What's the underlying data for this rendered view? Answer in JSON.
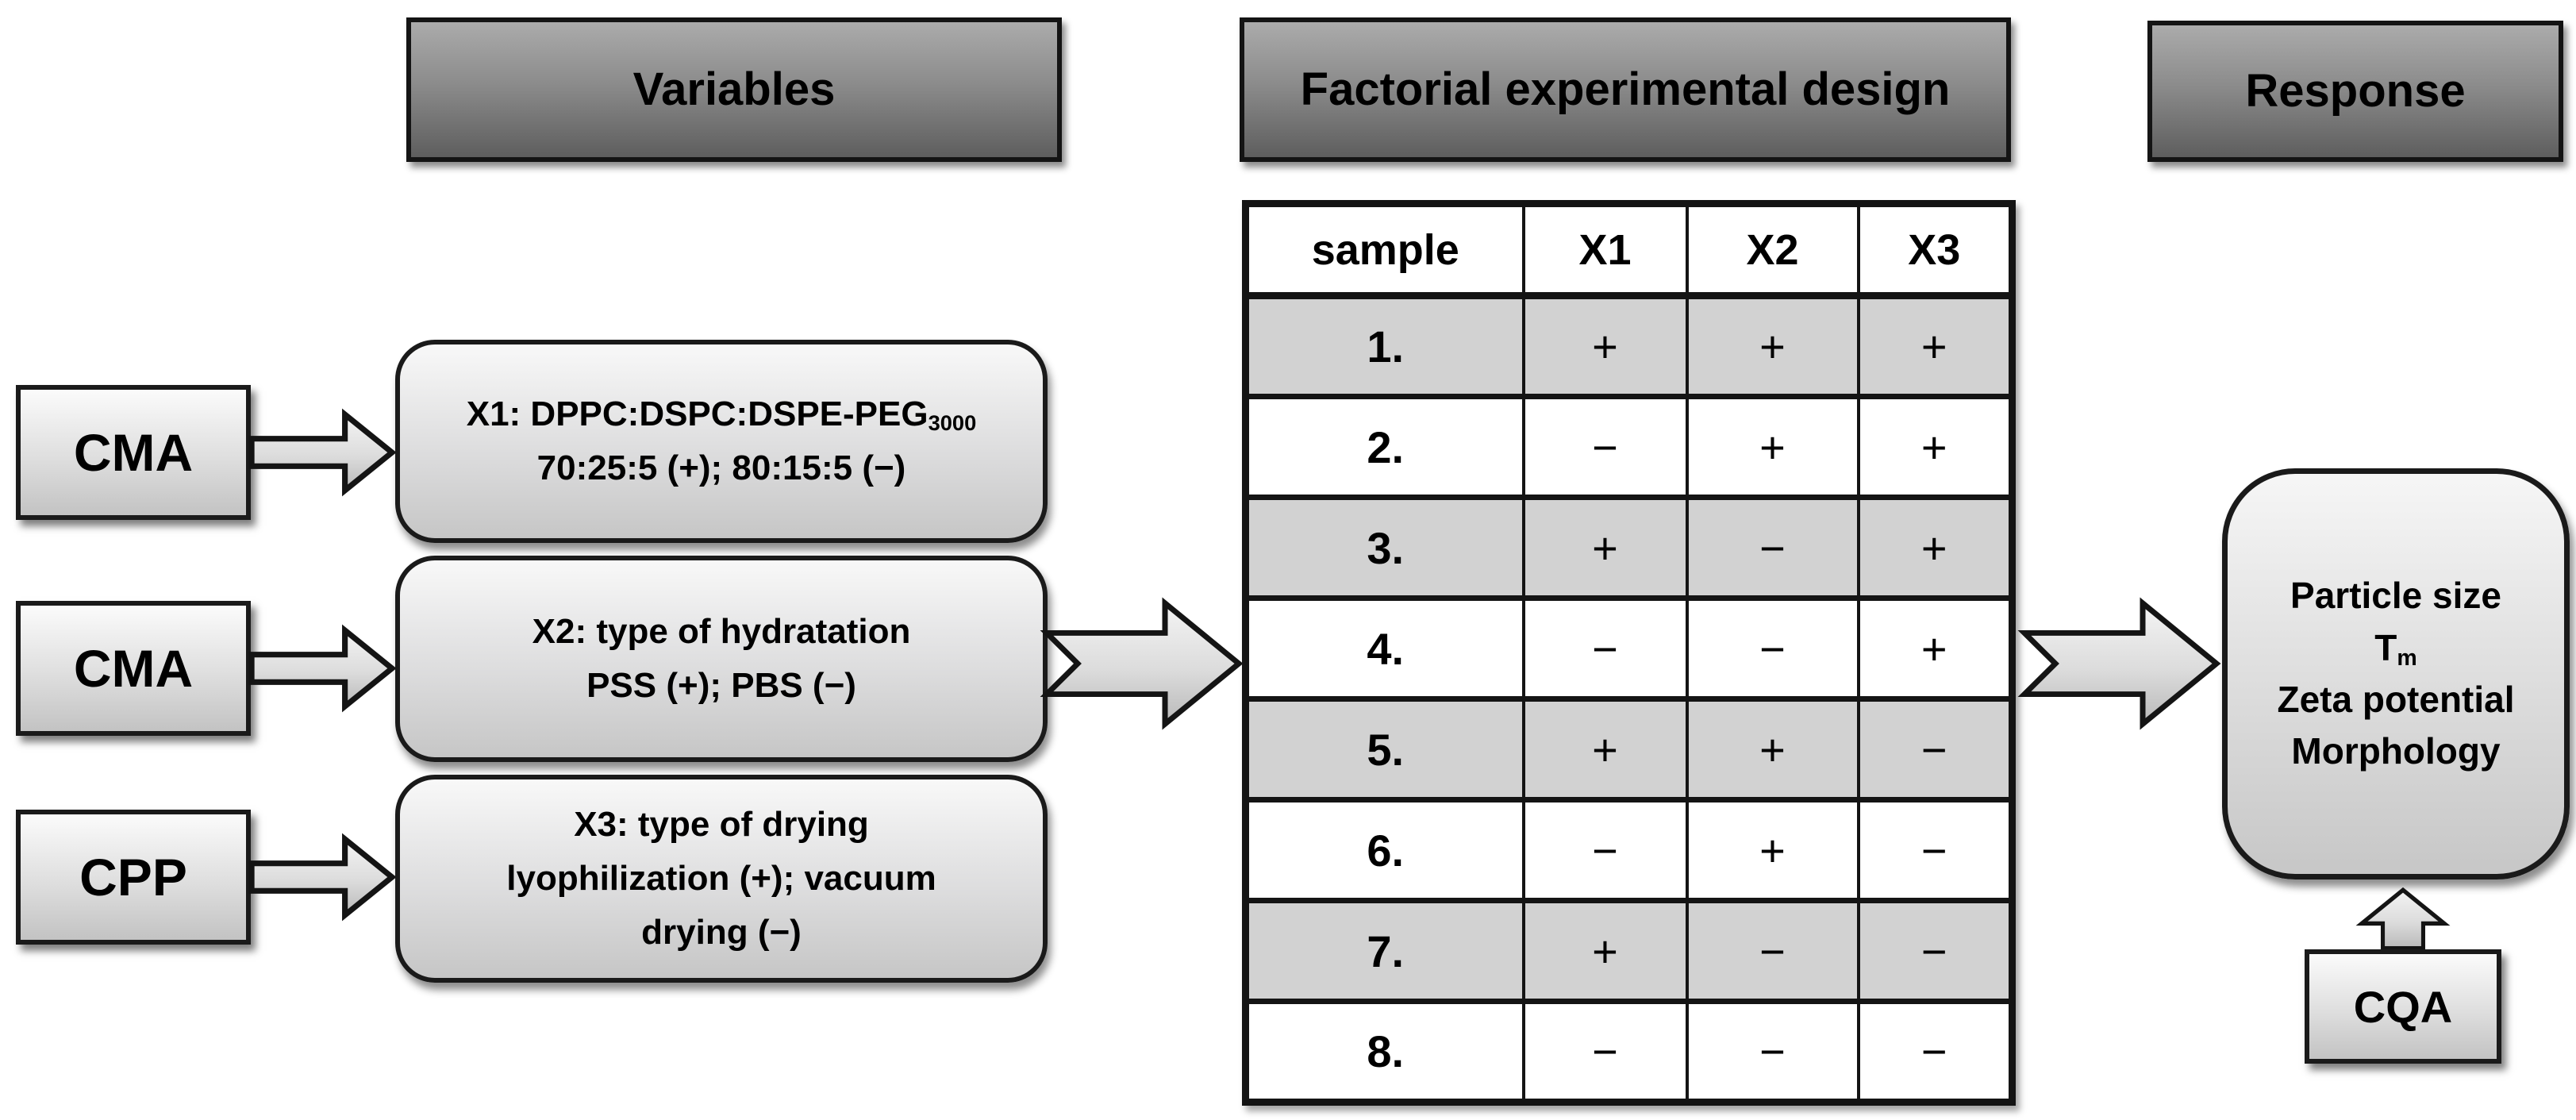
{
  "headers": {
    "variables": "Variables",
    "design": "Factorial experimental design",
    "response": "Response"
  },
  "inputs": [
    {
      "label": "CMA"
    },
    {
      "label": "CMA"
    },
    {
      "label": "CPP"
    }
  ],
  "variables": [
    {
      "line1": "X1: DPPC:DSPC:DSPE-PEG",
      "line1_sub": "3000",
      "line2": "70:25:5 (+); 80:15:5 (−)"
    },
    {
      "line1": "X2: type of hydratation",
      "line2": "PSS (+); PBS (−)"
    },
    {
      "line1": "X3: type of drying",
      "line2": "lyophilization (+); vacuum",
      "line3": "drying (−)"
    }
  ],
  "table": {
    "columns": [
      "sample",
      "X1",
      "X2",
      "X3"
    ],
    "rows": [
      [
        "1.",
        "+",
        "+",
        "+"
      ],
      [
        "2.",
        "−",
        "+",
        "+"
      ],
      [
        "3.",
        "+",
        "−",
        "+"
      ],
      [
        "4.",
        "−",
        "−",
        "+"
      ],
      [
        "5.",
        "+",
        "+",
        "−"
      ],
      [
        "6.",
        "−",
        "+",
        "−"
      ],
      [
        "7.",
        "+",
        "−",
        "−"
      ],
      [
        "8.",
        "−",
        "−",
        "−"
      ]
    ]
  },
  "response": {
    "line1": "Particle size",
    "tm_main": "T",
    "tm_sub": "m",
    "line3": "Zeta potential",
    "line4": "Morphology"
  },
  "cqa": {
    "label": "CQA"
  },
  "colors": {
    "header_gradient_top": "#ababab",
    "header_gradient_bottom": "#5e5e5e",
    "light_box_top": "#fbfbfb",
    "light_box_bottom": "#c3c3c3",
    "table_row_gray": "#d2d2d2",
    "border": "#141414"
  }
}
